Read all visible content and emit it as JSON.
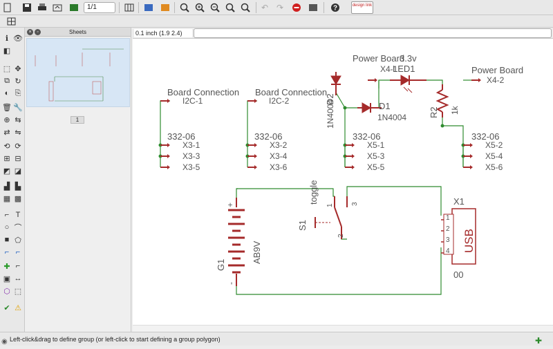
{
  "toolbar": {
    "page_value": "1/1",
    "logo_text": "design link"
  },
  "sheets": {
    "title": "Sheets",
    "page_number": "1"
  },
  "coordinate": "0.1 inch (1.9 2.4)",
  "status": {
    "message": "Left-click&drag to define group (or left-click to start defining a group polygon)"
  },
  "schematic": {
    "labels": {
      "board_conn_1": "Board Connection",
      "board_conn_2": "Board Connection",
      "i2c1": "I2C-1",
      "i2c2": "I2C-2",
      "power_board_33": "Power Board",
      "x4_1": "X4-1",
      "v33": "3.3v",
      "led1": "LED1",
      "d2": "D2",
      "n4004_d2": "1N4004",
      "d1": "D1",
      "n4004_d1": "1N4004",
      "r2": "R2",
      "r_val": "1k",
      "power_board": "Power Board",
      "x4_2": "X4-2",
      "c1": "332-06",
      "c2": "332-06",
      "c3": "332-06",
      "c4": "332-06",
      "x3_1": "X3-1",
      "x3_3": "X3-3",
      "x3_5": "X3-5",
      "x3_2": "X3-2",
      "x3_4": "X3-4",
      "x3_6": "X3-6",
      "x5_1": "X5-1",
      "x5_3": "X5-3",
      "x5_5": "X5-5",
      "x5_2": "X5-2",
      "x5_4": "X5-4",
      "x5_6": "X5-6",
      "toggle": "toggle",
      "s1": "S1",
      "p1": "1",
      "p2": "2",
      "p3": "3",
      "g1": "G1",
      "ab9v": "AB9V",
      "plus": "+",
      "minus": "-",
      "x1": "X1",
      "usb": "USB",
      "u1": "1",
      "u2": "2",
      "u3": "3",
      "u4": "4",
      "u00": "00"
    }
  },
  "colors": {
    "wire": "#2e8b2e",
    "part": "#a52a2a",
    "junction": "#2e8b2e",
    "thumb_bg": "#d7e6f5"
  }
}
